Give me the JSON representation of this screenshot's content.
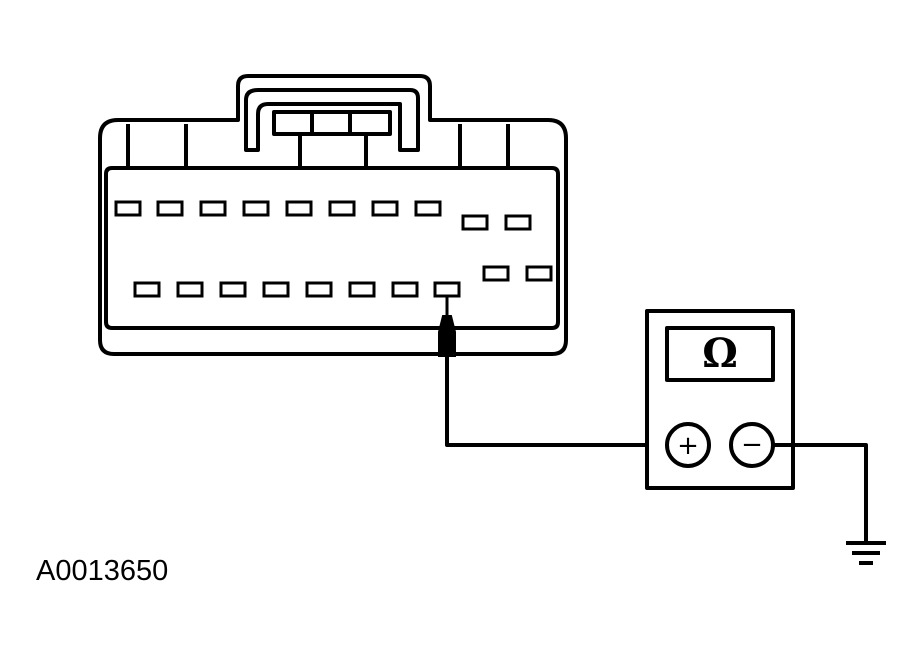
{
  "figure_id": "A0013650",
  "meter": {
    "display_symbol": "Ω",
    "positive_terminal": "+",
    "negative_terminal": "−"
  },
  "connector": {
    "upper_row_pins": 8,
    "lower_row_pins": 8,
    "upper_right_pins": 2,
    "lower_right_pins": 2,
    "probed_pin": "lower-row pin 8"
  },
  "icons": [
    "ground-symbol-icon",
    "probe-tip-icon"
  ]
}
